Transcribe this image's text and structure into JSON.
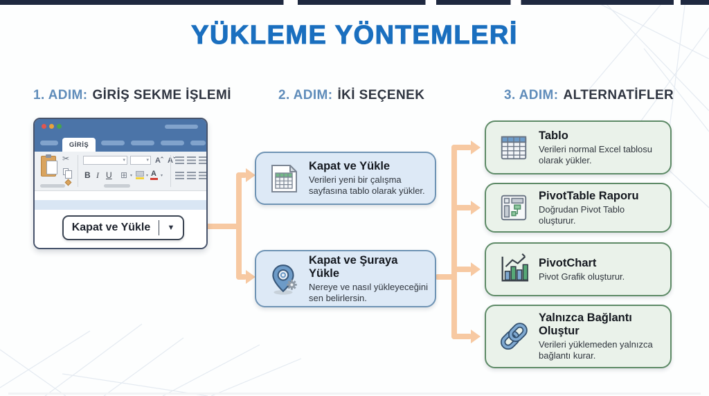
{
  "title": "YÜKLEME YÖNTEMLERİ",
  "colors": {
    "accent_blue": "#1a6fbf",
    "step_label_blue": "#5f8cba",
    "step_title_dark": "#2e3440",
    "connector": "#f7c9a2",
    "topbar_navy": "#1f2940",
    "blue_box_bg": "#dde9f6",
    "blue_box_border": "#6e93b4",
    "green_box_bg": "#eaf2ea",
    "green_box_border": "#5d8a66",
    "win_border": "#47536b",
    "win_titlebar": "#4b74a8",
    "win_pill": "#81a3cc",
    "ribbon_bg": "#eef1f4",
    "sheet_strip": "#d9e6f4",
    "dot_red": "#e0574f",
    "dot_yellow": "#e9a23b",
    "dot_green": "#47a34f"
  },
  "steps": [
    {
      "label": "1. ADIM:",
      "title": "GİRİŞ SEKME İŞLEMİ"
    },
    {
      "label": "2. ADIM:",
      "title": "İKİ SEÇENEK"
    },
    {
      "label": "3. ADIM:",
      "title": "ALTERNATİFLER"
    }
  ],
  "excel": {
    "tab_label": "GİRİŞ",
    "ribbon": {
      "scissors_glyph": "✂",
      "bold": "B",
      "italic": "I",
      "underline": "U",
      "size_up": "Aˆ",
      "size_down": "Aˇ",
      "border_glyph": "⊞",
      "font_color_letter": "A",
      "caret": "▾"
    },
    "button": {
      "label": "Kapat ve Yükle",
      "caret": "▼"
    }
  },
  "options": [
    {
      "icon": "spreadsheet-file-icon",
      "title": "Kapat ve Yükle",
      "description": "Verileri yeni bir çalışma sayfasına tablo olarak yükler."
    },
    {
      "icon": "location-pin-gear-icon",
      "title": "Kapat ve Şuraya Yükle",
      "description": "Nereye ve nasıl yükleyeceğini sen belirlersin."
    }
  ],
  "alternatives": [
    {
      "icon": "table-icon",
      "title": "Tablo",
      "description": "Verileri normal Excel tablosu olarak yükler."
    },
    {
      "icon": "pivot-table-layout-icon",
      "title": "PivotTable Raporu",
      "description": "Doğrudan Pivot Tablo oluşturur."
    },
    {
      "icon": "bar-chart-icon",
      "title": "PivotChart",
      "description": "Pivot Grafik oluşturur."
    },
    {
      "icon": "chain-link-icon",
      "title": "Yalnızca Bağlantı Oluştur",
      "description": "Verileri yüklemeden yalnızca bağlantı kurar."
    }
  ]
}
